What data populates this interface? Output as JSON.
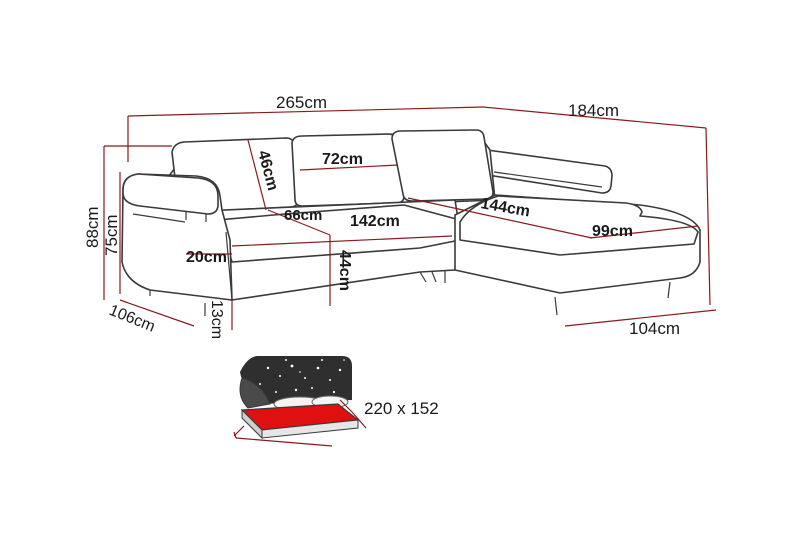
{
  "colors": {
    "outline": "#3a3a3a",
    "dimension_line": "#8b1a1a",
    "mattress": "#e01010",
    "bed_backdrop": "#2f2f2f",
    "background": "#ffffff"
  },
  "dimensions": {
    "total_width": "265cm",
    "chaise_length": "184cm",
    "back_cushion_height": "46cm",
    "back_cushion_width": "72cm",
    "seat_depth": "66cm",
    "seat_width": "142cm",
    "chaise_seat_length": "144cm",
    "chaise_seat_width": "99cm",
    "armrest_width": "20cm",
    "seat_height": "44cm",
    "total_height": "88cm",
    "arm_height": "75cm",
    "total_depth": "106cm",
    "leg_height": "13cm",
    "chaise_depth": "104cm"
  },
  "bed": {
    "size_label": "220 x 152",
    "icon": "sofa-bed-icon"
  }
}
